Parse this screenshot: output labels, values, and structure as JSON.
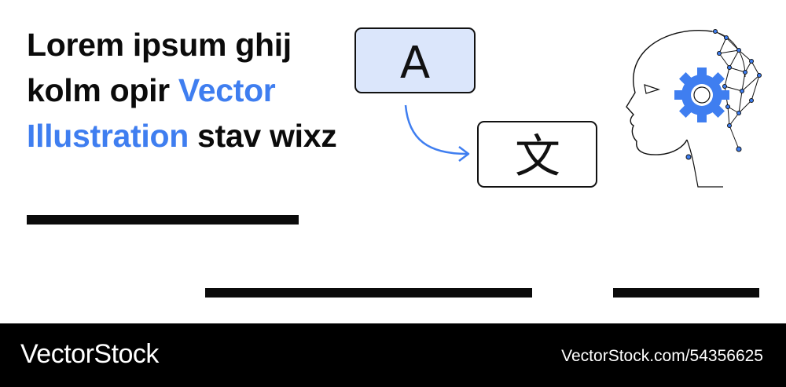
{
  "headline": {
    "part1": "Lorem ipsum ghij kolm opir ",
    "accent": "Vector Illustration",
    "part2": " stav wixz"
  },
  "translation": {
    "source_char": "A",
    "target_char": "文"
  },
  "footer": {
    "brand": "VectorStock",
    "stock_url": "VectorStock.com/54356625"
  },
  "colors": {
    "accent": "#3f7ef0",
    "source_box_fill": "#dbe6fb",
    "text": "#0b0b0b",
    "footer_bg": "#000000"
  },
  "icons": [
    "arrow-curve-icon",
    "ai-head-icon",
    "gear-icon",
    "neural-network-icon"
  ]
}
